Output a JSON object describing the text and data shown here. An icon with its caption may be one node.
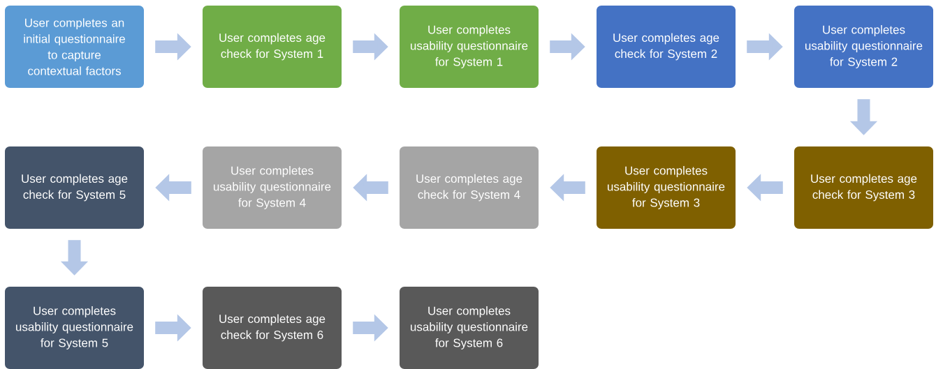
{
  "diagram": {
    "nodes": [
      {
        "text": [
          "User completes an initial questionnaire to capture contextual factors"
        ]
      },
      {
        "text": [
          "User completes age check for System 1"
        ]
      },
      {
        "text": [
          "User completes usability questionnaire for System 1"
        ]
      },
      {
        "text": [
          "User completes age check for System 2"
        ]
      },
      {
        "text": [
          "User completes usability questionnaire for System 2"
        ]
      },
      {
        "text": [
          "User completes age check for System 3"
        ]
      },
      {
        "text": [
          "User completes usability questionnaire for System 3"
        ]
      },
      {
        "text": [
          "User completes age check for System 4"
        ]
      },
      {
        "text": [
          "User completes usability questionnaire for System 4"
        ]
      },
      {
        "text": [
          "User completes age check for System 5"
        ]
      },
      {
        "text": [
          "User completes usability questionnaire for System 5"
        ]
      },
      {
        "text": [
          "User completes age check for System 6"
        ]
      },
      {
        "text": [
          "User completes usability questionnaire for System 6"
        ]
      }
    ],
    "edges": [
      {
        "from": 0,
        "to": 1,
        "arrow": "to"
      },
      {
        "from": 1,
        "to": 2,
        "arrow": "to"
      },
      {
        "from": 2,
        "to": 3,
        "arrow": "to"
      },
      {
        "from": 3,
        "to": 4,
        "arrow": "to"
      },
      {
        "from": 4,
        "to": 5,
        "arrow": "to"
      },
      {
        "from": 5,
        "to": 6,
        "arrow": "to"
      },
      {
        "from": 6,
        "to": 7,
        "arrow": "to"
      },
      {
        "from": 7,
        "to": 8,
        "arrow": "to"
      },
      {
        "from": 8,
        "to": 9,
        "arrow": "to"
      },
      {
        "from": 9,
        "to": 10,
        "arrow": "to"
      },
      {
        "from": 10,
        "to": 11,
        "arrow": "to"
      },
      {
        "from": 11,
        "to": 12,
        "arrow": "to"
      }
    ]
  }
}
